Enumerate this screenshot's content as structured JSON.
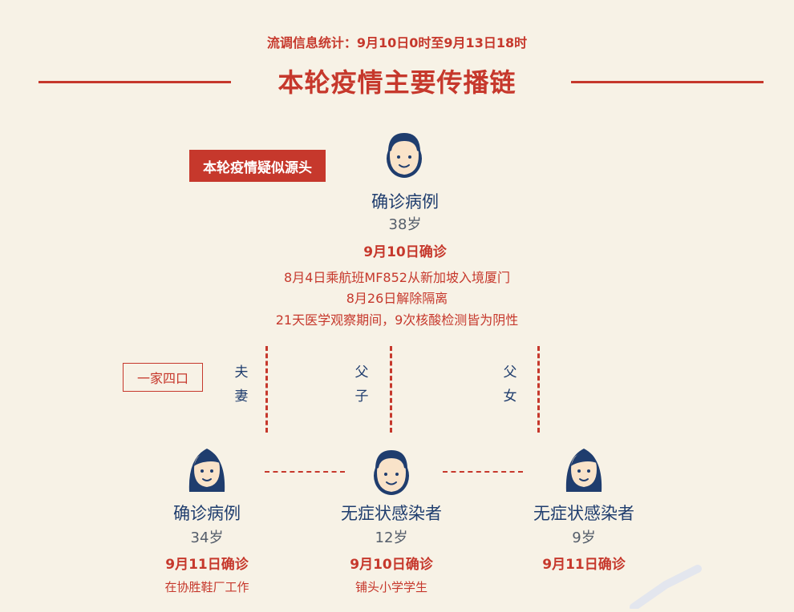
{
  "header": {
    "subtitle": "流调信息统计：9月10日0时至9月13日18时",
    "title": "本轮疫情主要传播链"
  },
  "tags": {
    "source": "本轮疫情疑似源头",
    "family": "一家四口"
  },
  "index_case": {
    "type": "确诊病例",
    "age": "38岁",
    "date": "9月10日确诊",
    "details": [
      "8月4日乘航班MF852从新加坡入境厦门",
      "8月26日解除隔离",
      "21天医学观察期间，9次核酸检测皆为阴性"
    ]
  },
  "relations": {
    "spouse": [
      "夫",
      "妻"
    ],
    "son": [
      "父",
      "子"
    ],
    "daughter": [
      "父",
      "女"
    ]
  },
  "family": [
    {
      "type": "确诊病例",
      "age": "34岁",
      "date": "9月11日确诊",
      "note": "在协胜鞋厂工作",
      "icon": "woman-avatar-icon"
    },
    {
      "type": "无症状感染者",
      "age": "12岁",
      "date": "9月10日确诊",
      "note": "铺头小学学生",
      "icon": "boy-avatar-icon"
    },
    {
      "type": "无症状感染者",
      "age": "9岁",
      "date": "9月11日确诊",
      "note": "",
      "icon": "girl-avatar-icon"
    }
  ],
  "colors": {
    "accent": "#c6382c",
    "navy": "#1f3d6e",
    "background": "#f7f2e6",
    "skin": "#f9e3c9"
  }
}
